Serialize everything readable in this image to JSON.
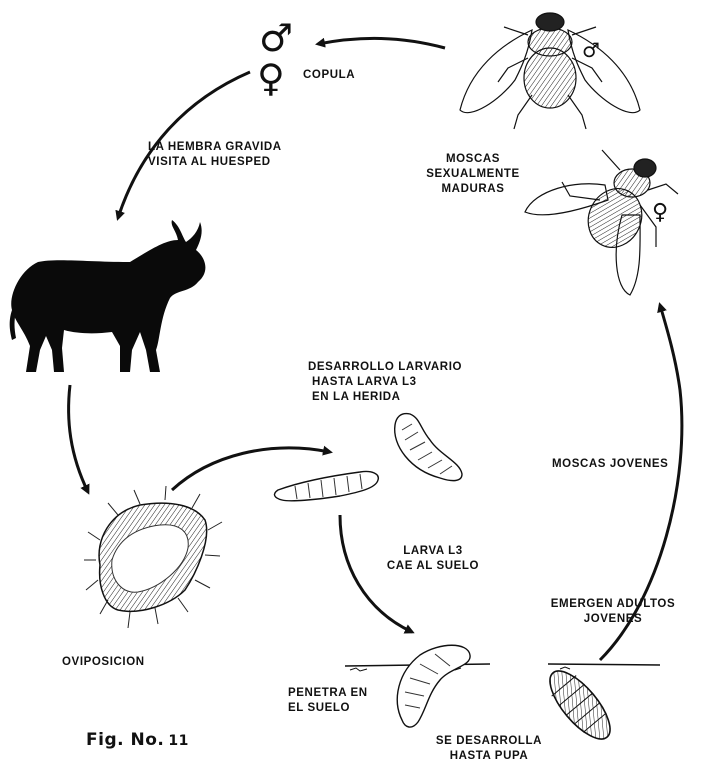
{
  "labels": {
    "copula": "COPULA",
    "hembra_line1": "LA HEMBRA GRAVIDA",
    "hembra_line2": "VISITA AL HUESPED",
    "moscas_maduras_line1": "MOSCAS",
    "moscas_maduras_line2": "SEXUALMENTE",
    "moscas_maduras_line3": "MADURAS",
    "desarrollo_line1": "DESARROLLO LARVARIO",
    "desarrollo_line2": "HASTA LARVA",
    "desarrollo_line2_sub": "L3",
    "desarrollo_line3": "EN LA HERIDA",
    "moscas_jovenes": "MOSCAS JOVENES",
    "larva_cae_line1": "LARVA",
    "larva_cae_line1_sub": "L3",
    "larva_cae_line2": "CAE AL SUELO",
    "emergen_line1": "EMERGEN ADULTOS",
    "emergen_line2": "JOVENES",
    "oviposicion": "OVIPOSICION",
    "penetra_line1": "PENETRA EN",
    "penetra_line2": "EL SUELO",
    "pupa_line1": "SE DESARROLLA",
    "pupa_line2": "HASTA PUPA"
  },
  "symbols": {
    "male": "♂",
    "female": "♀"
  },
  "figure_caption": {
    "prefix": "Fig. No.",
    "number": "11"
  },
  "icons": [
    "male-female-symbols-icon",
    "fly-male-icon",
    "fly-female-icon",
    "cattle-silhouette-icon",
    "egg-mass-icon",
    "larva-icon",
    "burrowing-larva-icon",
    "pupa-icon"
  ]
}
